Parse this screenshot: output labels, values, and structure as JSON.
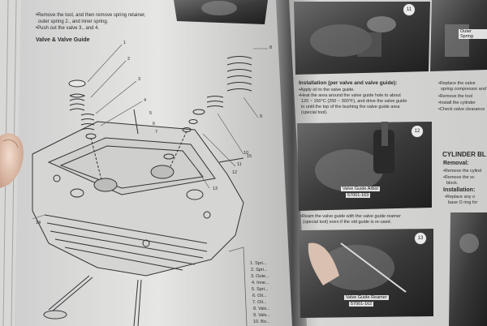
{
  "left_page": {
    "top_bullets": [
      "•Remove the tool, and then remove spring retainer,",
      "outer spring 2., and inner spring.",
      "•Push out the valve 3., and 4."
    ],
    "section_title": "Valve & Valve Guide",
    "callouts": [
      "1",
      "2",
      "3",
      "4",
      "5",
      "6",
      "7",
      "8",
      "9",
      "10",
      "11",
      "12",
      "13",
      "14",
      "15"
    ],
    "parts_list": [
      "1. Spri...",
      "2. Spri...",
      "3. Oute...",
      "4. Inne...",
      "5. Spri...",
      "6. Oil...",
      "7. Oil...",
      "8. Valv...",
      "9. Valv...",
      "10. Bo..."
    ]
  },
  "right_page": {
    "install_heading": "Installation (per valve and valve guide):",
    "install_bullets": [
      "•Apply oil to the valve guide.",
      "•Heat the area around the valve guide hole to about",
      "120 ~ 150°C (250 ~ 300°F), and drive the valve guide",
      "in until the top of the bushing the valve guide area",
      "(special tool)."
    ],
    "ream_bullets": [
      "•Ream the valve guide with the valve guide reamer",
      "(special tool) even if the old guide is re-used."
    ],
    "fig_numbers": [
      "11",
      "12",
      "13"
    ],
    "fig_captions": [
      "Valve Guide Arbor",
      "57001-163",
      "Valve Guide Reamer",
      "57001-162"
    ],
    "far_right": {
      "top_label": "Outer Spring",
      "bullets": [
        "•Replace the valve",
        "spring compressor and",
        "•Remove the tool",
        "•Install the cylinder",
        "•Check valve clearance"
      ],
      "heading": "CYLINDER BL",
      "removal": "Removal:",
      "removal_items": [
        "•Remove the cylind",
        "•Remove the sc",
        "block."
      ],
      "installation": "Installation:",
      "installation_items": [
        "•Replace any o",
        "base O ring for"
      ]
    }
  }
}
